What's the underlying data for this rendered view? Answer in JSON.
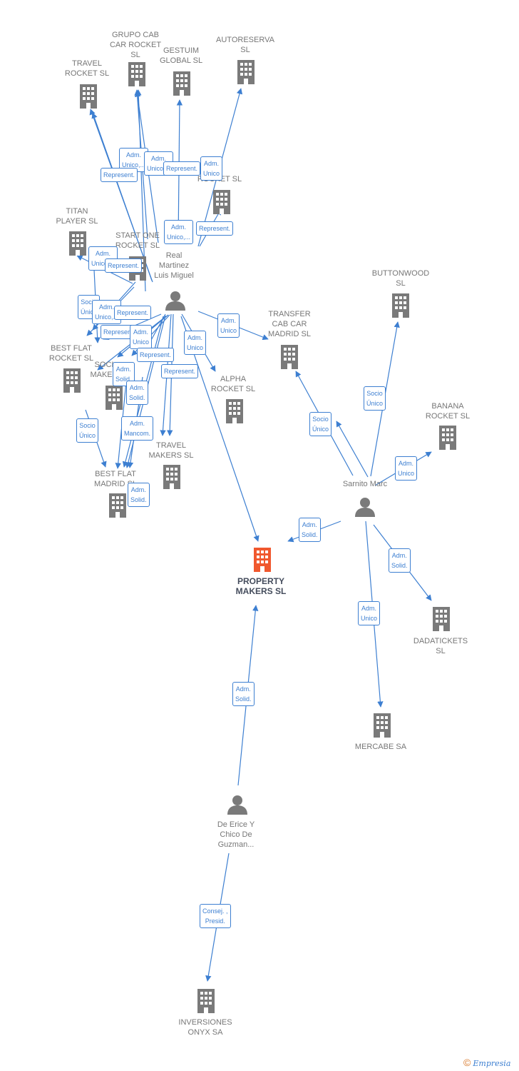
{
  "colors": {
    "edge": "#3d7fd1",
    "node": "#7a7a7a",
    "focus": "#f0582e"
  },
  "companies": [
    {
      "key": "grupo_cab",
      "label": "GRUPO CAB\nCAR ROCKET\nSL",
      "icon": "building-icon"
    },
    {
      "key": "travel_rocket",
      "label": "TRAVEL\nROCKET  SL",
      "icon": "building-icon"
    },
    {
      "key": "gestuim",
      "label": "GESTUIM\nGLOBAL  SL",
      "icon": "building-icon"
    },
    {
      "key": "autoreserva",
      "label": "AUTORESERVA\nSL",
      "icon": "building-icon"
    },
    {
      "key": "xm_rocket",
      "label": "M\nROCKET  SL",
      "icon": "building-icon"
    },
    {
      "key": "titan",
      "label": "TITAN\nPLAYER  SL",
      "icon": "building-icon"
    },
    {
      "key": "start_one",
      "label": "START ONE\nROCKET  SL",
      "icon": "building-icon"
    },
    {
      "key": "buttonwood",
      "label": "BUTTONWOOD\nSL",
      "icon": "building-icon"
    },
    {
      "key": "transfer",
      "label": "TRANSFER\nCAB CAR\nMADRID  SL",
      "icon": "building-icon"
    },
    {
      "key": "best_flat_rocket",
      "label": "BEST FLAT\nROCKET  SL",
      "icon": "building-icon"
    },
    {
      "key": "soci_makers",
      "label": "SOCI\nMAKER",
      "icon": "building-icon"
    },
    {
      "key": "alpha",
      "label": "ALPHA\nROCKET  SL",
      "icon": "building-icon"
    },
    {
      "key": "banana",
      "label": "BANANA\nROCKET  SL",
      "icon": "building-icon"
    },
    {
      "key": "travel_makers",
      "label": "TRAVEL\nMAKERS SL",
      "icon": "building-icon"
    },
    {
      "key": "best_flat_madrid",
      "label": "BEST FLAT\nMADRID  SL",
      "icon": "building-icon"
    },
    {
      "key": "property",
      "label": "PROPERTY\nMAKERS  SL",
      "icon": "building-icon",
      "focus": true
    },
    {
      "key": "dadatickets",
      "label": "DADATICKETS\nSL",
      "icon": "building-icon"
    },
    {
      "key": "mercabe",
      "label": "MERCABE SA",
      "icon": "building-icon"
    },
    {
      "key": "inversiones",
      "label": "INVERSIONES\nONYX SA",
      "icon": "building-icon"
    }
  ],
  "persons": [
    {
      "key": "real",
      "label": "Real\nMartinez\nLuis Miguel",
      "icon": "person-icon"
    },
    {
      "key": "sarnito",
      "label": "Sarnito Marc",
      "icon": "person-icon"
    },
    {
      "key": "de_erice",
      "label": "De Erice Y\nChico De\nGuzman...",
      "icon": "person-icon"
    }
  ],
  "relations": [
    {
      "text": "Adm.\nUnico,..."
    },
    {
      "text": "Adm.\nUnico,..."
    },
    {
      "text": "Represent."
    },
    {
      "text": "Represent."
    },
    {
      "text": "Adm.\nUnico"
    },
    {
      "text": "Adm.\nUnico,..."
    },
    {
      "text": "Represent."
    },
    {
      "text": "Adm.\nUnico,..."
    },
    {
      "text": "Represent."
    },
    {
      "text": "Socio\nÚnico"
    },
    {
      "text": "Adm.\nUnico,..."
    },
    {
      "text": "Represent."
    },
    {
      "text": "Represent."
    },
    {
      "text": "Adm.\nUnico"
    },
    {
      "text": "Adm.\nUnico"
    },
    {
      "text": "Represent."
    },
    {
      "text": "Represent."
    },
    {
      "text": "Adm.\nUnico"
    },
    {
      "text": "Adm.\nSolid."
    },
    {
      "text": "Adm.\nSolid."
    },
    {
      "text": "Socio\nÚnico"
    },
    {
      "text": "Socio\nÚnico"
    },
    {
      "text": "Socio\nÚnico"
    },
    {
      "text": "Adm.\nMancom."
    },
    {
      "text": "Adm.\nSolid."
    },
    {
      "text": "Adm.\nUnico"
    },
    {
      "text": "Adm.\nSolid."
    },
    {
      "text": "Adm.\nSolid."
    },
    {
      "text": "Adm.\nUnico"
    },
    {
      "text": "Adm.\nSolid."
    },
    {
      "text": "Consej. ,\nPresid."
    }
  ],
  "footer": {
    "copyright": "©",
    "brand": "Empresia"
  }
}
